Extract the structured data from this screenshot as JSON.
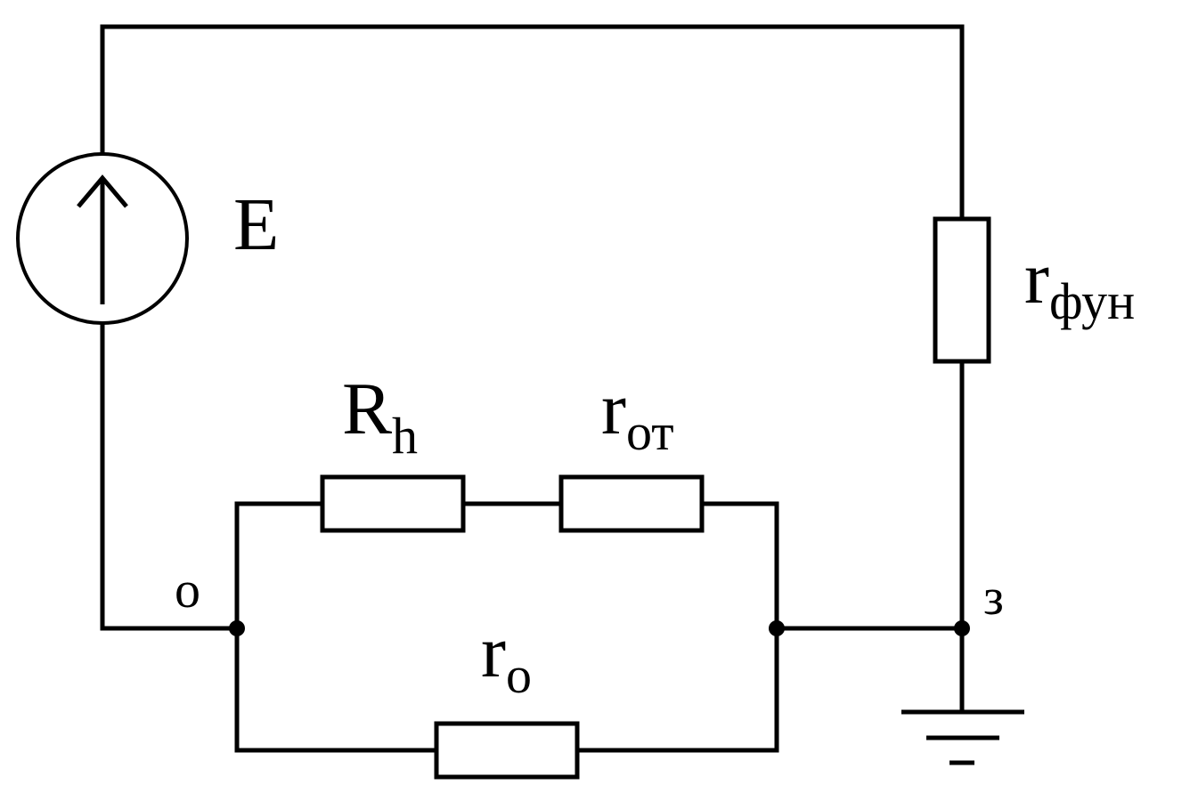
{
  "diagram": {
    "type": "electrical-circuit",
    "components": {
      "source": {
        "label": "E",
        "symbol": "voltage-source-arrow-up"
      },
      "r_fun": {
        "main": "r",
        "sub": "фун"
      },
      "r_h": {
        "main": "R",
        "sub": "h"
      },
      "r_ot": {
        "main": "r",
        "sub": "от"
      },
      "r_o": {
        "main": "r",
        "sub": "о"
      }
    },
    "nodes": {
      "left": "о",
      "right": "з"
    },
    "ground": {
      "symbol": "ground-icon"
    }
  },
  "colors": {
    "line": "#000000",
    "background": "#ffffff"
  }
}
